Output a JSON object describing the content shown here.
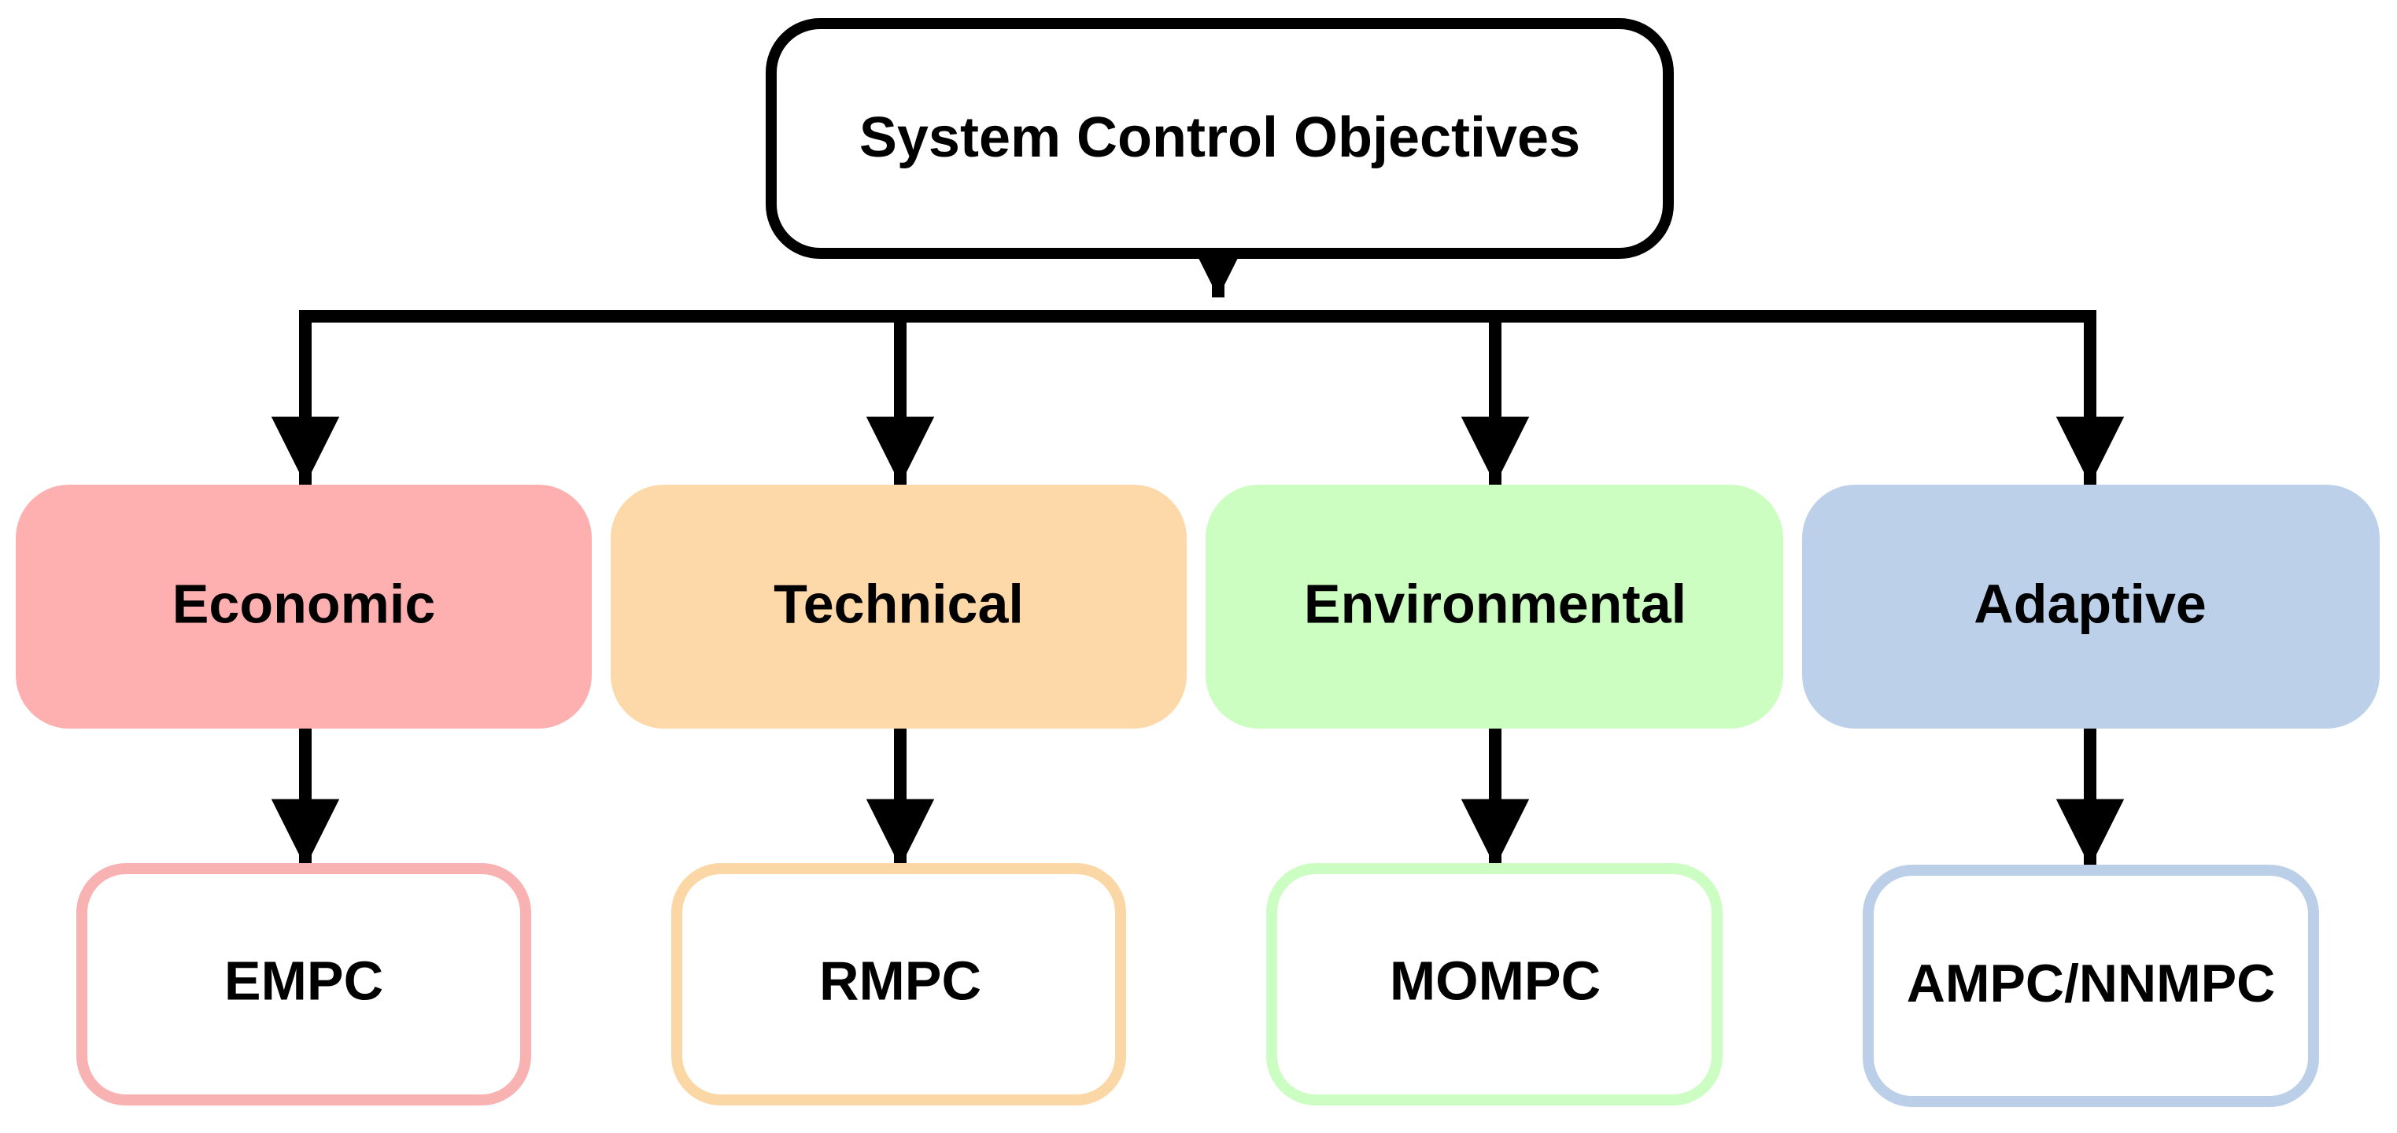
{
  "root": {
    "label": "System Control Objectives",
    "border_color": "#000000",
    "fill_color": "#ffffff"
  },
  "categories": [
    {
      "label": "Economic",
      "fill_color": "#feb0b0",
      "method": {
        "label": "EMPC",
        "border_color": "#f9b2b2"
      }
    },
    {
      "label": "Technical",
      "fill_color": "#fdd8a8",
      "method": {
        "label": "RMPC",
        "border_color": "#fbd7a6"
      }
    },
    {
      "label": "Environmental",
      "fill_color": "#ccfec2",
      "method": {
        "label": "MOMPC",
        "border_color": "#ccfdc2"
      }
    },
    {
      "label": "Adaptive",
      "fill_color": "#bdd0ea",
      "method": {
        "label": "AMPC/NNMPC",
        "border_color": "#bccfe9"
      }
    }
  ],
  "connector_color": "#000000"
}
